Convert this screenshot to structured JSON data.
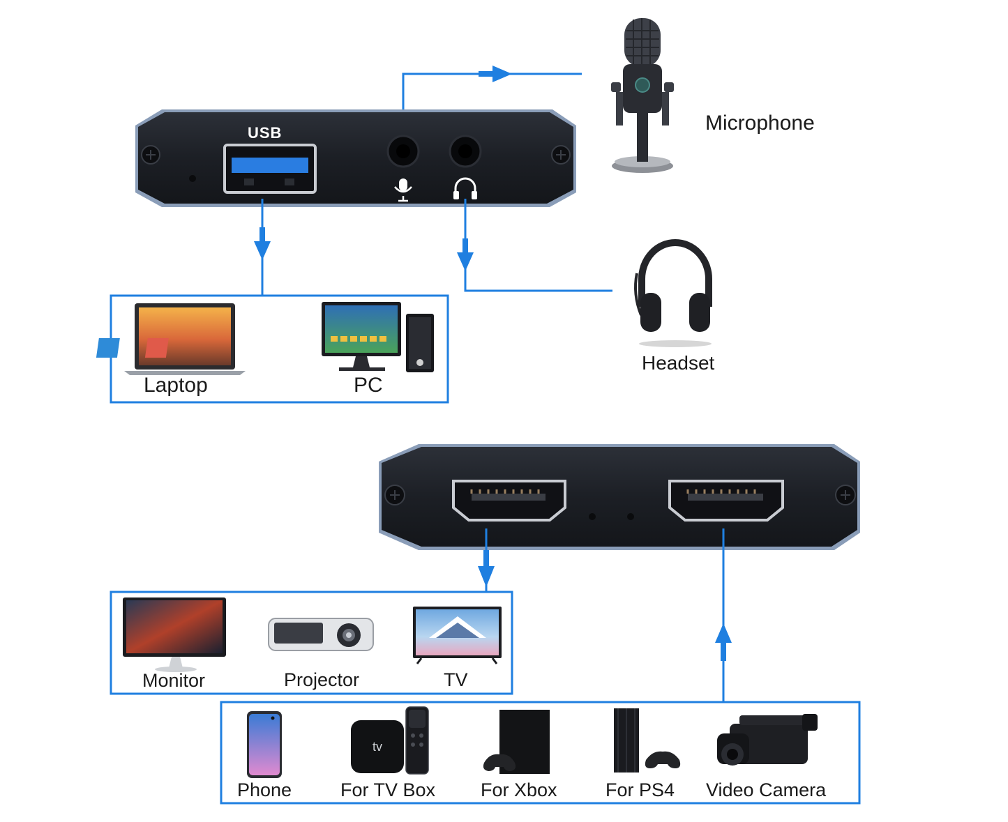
{
  "device_top": {
    "usb_caption": "USB",
    "ports": [
      "usb-port",
      "mic-jack",
      "headphone-jack"
    ]
  },
  "device_bottom": {
    "ports": [
      "hdmi-out-port",
      "hdmi-in-port"
    ]
  },
  "usb_targets": {
    "items": [
      {
        "label": "Laptop",
        "icon": "laptop-icon"
      },
      {
        "label": "PC",
        "icon": "desktop-pc-icon"
      }
    ]
  },
  "audio": {
    "microphone": {
      "label": "Microphone",
      "icon": "microphone-icon"
    },
    "headset": {
      "label": "Headset",
      "icon": "headset-icon"
    }
  },
  "hdmi_out_targets": {
    "items": [
      {
        "label": "Monitor",
        "icon": "monitor-icon"
      },
      {
        "label": "Projector",
        "icon": "projector-icon"
      },
      {
        "label": "TV",
        "icon": "tv-icon"
      }
    ]
  },
  "hdmi_in_sources": {
    "items": [
      {
        "label": "Phone",
        "icon": "phone-icon"
      },
      {
        "label": "For TV Box",
        "icon": "tv-box-icon"
      },
      {
        "label": "For Xbox",
        "icon": "xbox-icon"
      },
      {
        "label": "For PS4",
        "icon": "ps4-icon"
      },
      {
        "label": "Video Camera",
        "icon": "video-camera-icon"
      }
    ]
  },
  "colors": {
    "connector_blue": "#1f7fe0",
    "device_body": "#1e2128",
    "usb_blue": "#2a7de1"
  }
}
